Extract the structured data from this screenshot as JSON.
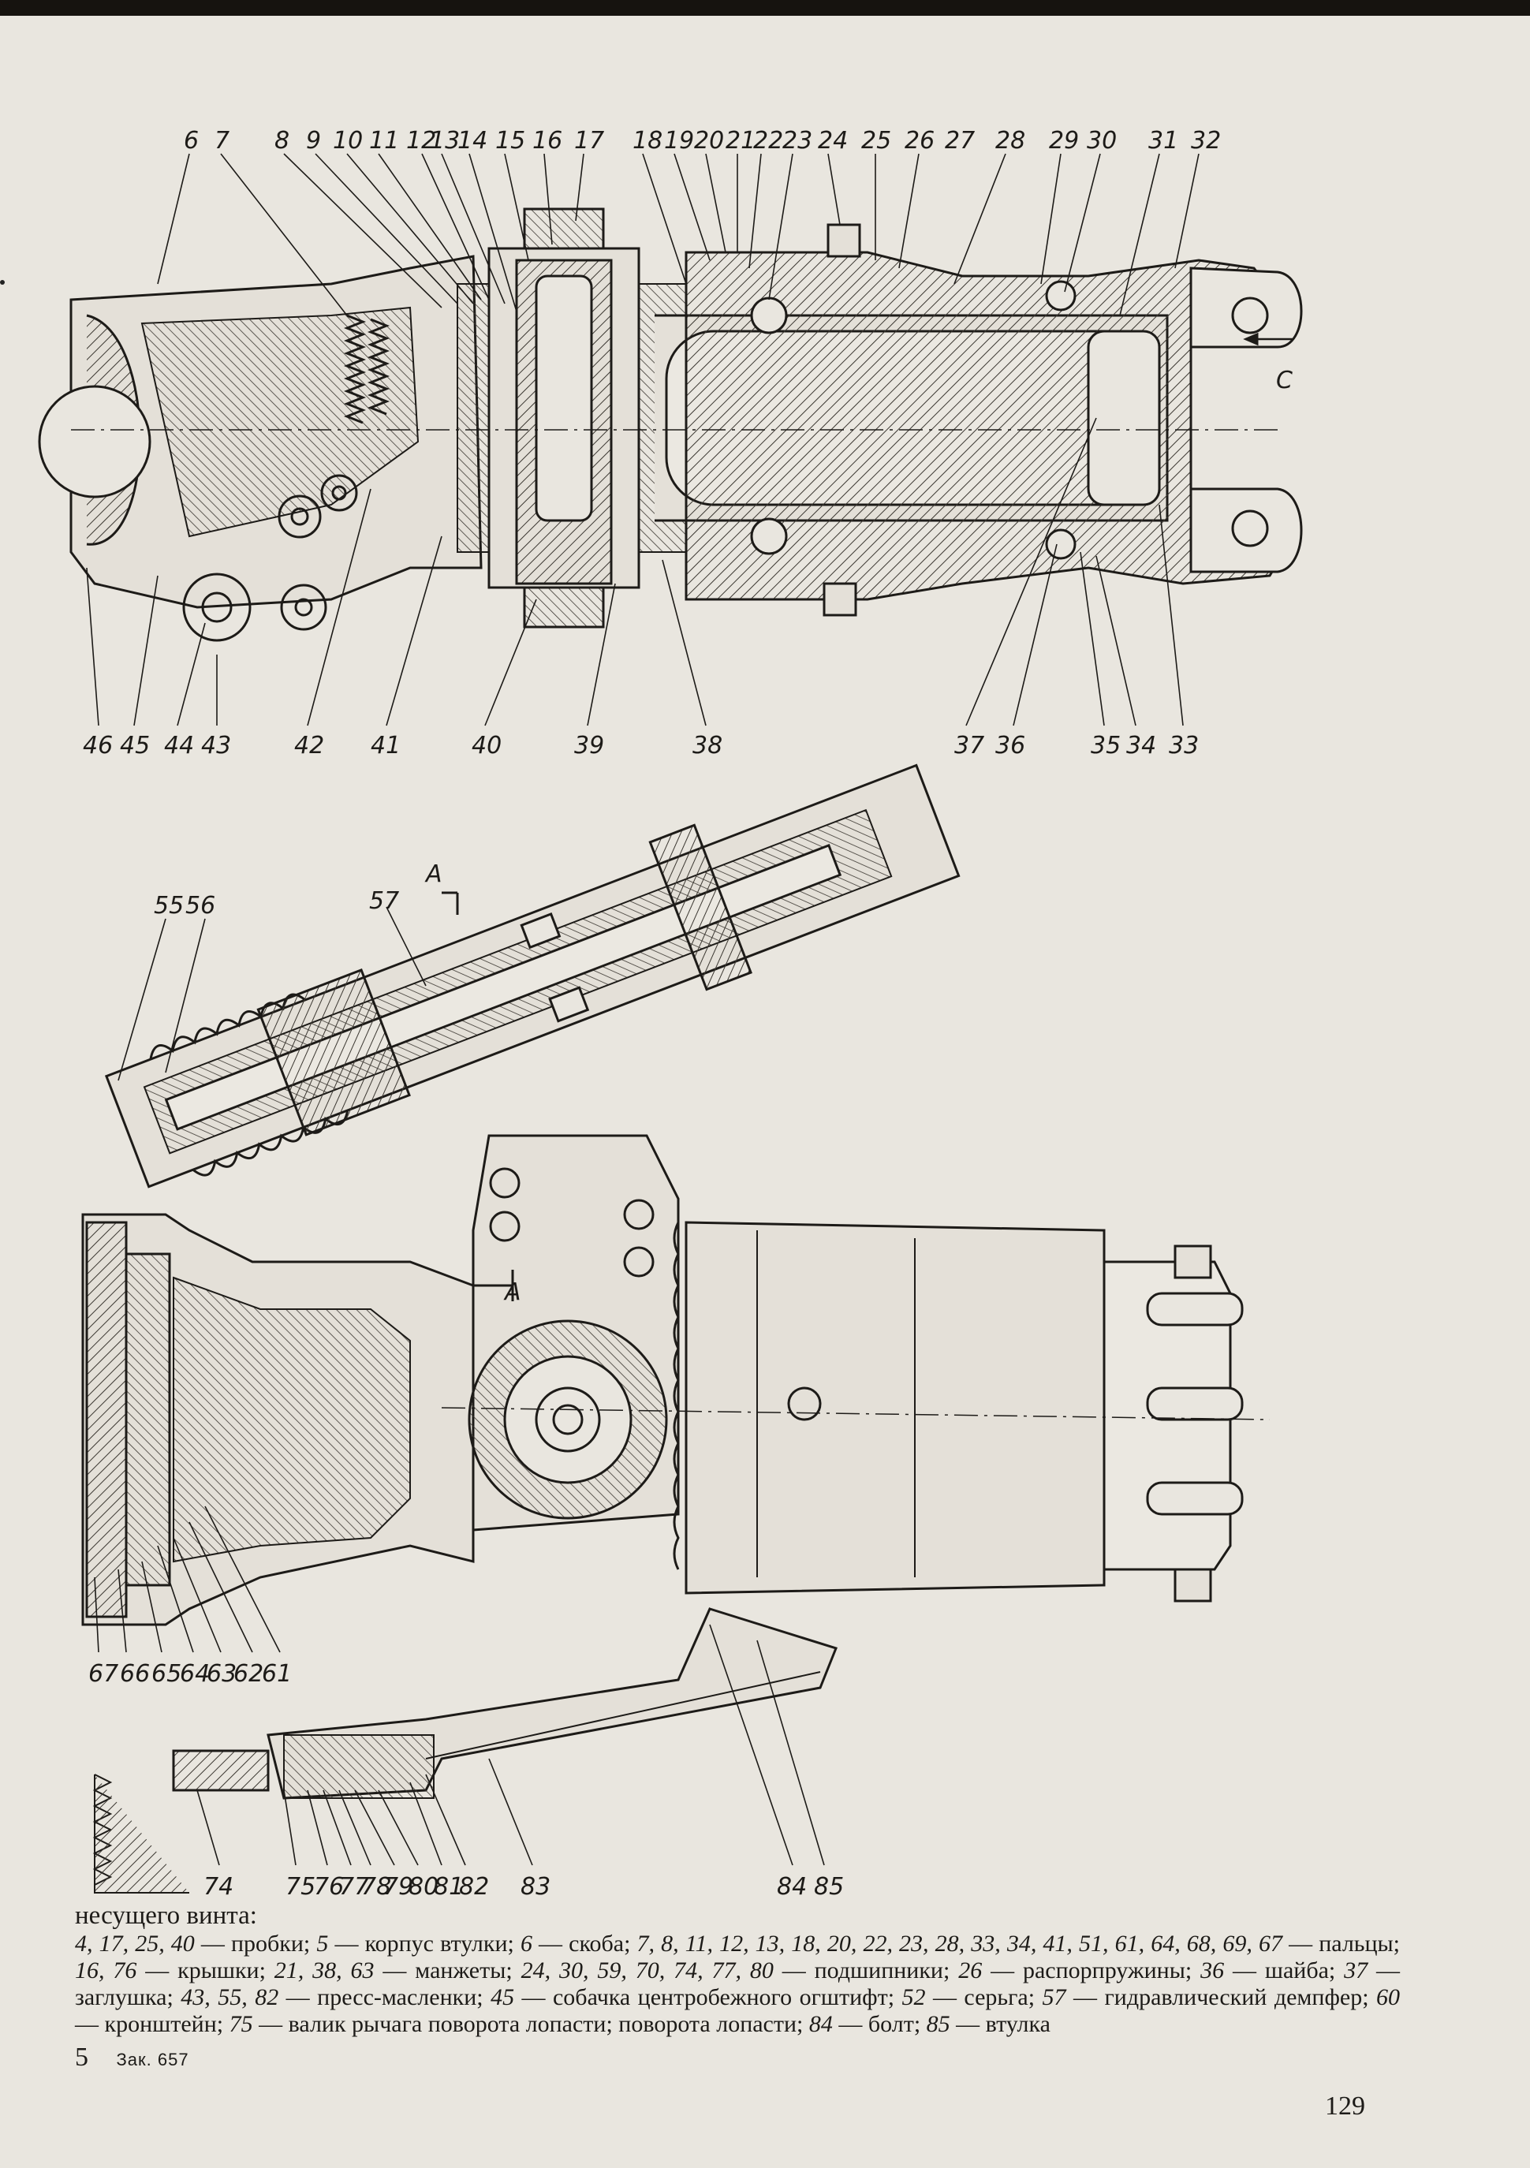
{
  "upper_view": {
    "top_callouts": [
      "6",
      "7",
      "8",
      "9",
      "10",
      "11",
      "12",
      "13",
      "14",
      "15",
      "16",
      "17",
      "18",
      "19",
      "20",
      "21",
      "22",
      "23",
      "24",
      "25",
      "26",
      "27",
      "28",
      "29",
      "30",
      "31",
      "32"
    ],
    "bottom_callouts": [
      "46",
      "45",
      "44",
      "43",
      "42",
      "41",
      "40",
      "39",
      "38",
      "37",
      "36",
      "35",
      "34",
      "33"
    ],
    "view_letter": "C"
  },
  "lower_view": {
    "callouts_top": [
      "55",
      "56",
      "57"
    ],
    "section_letter": "A",
    "callouts_left_bottom": [
      "67",
      "66",
      "65",
      "64",
      "63",
      "62",
      "61"
    ],
    "callouts_bottom": [
      "74",
      "75",
      "76",
      "77",
      "78",
      "79",
      "80",
      "81",
      "82",
      "83",
      "84",
      "85"
    ]
  },
  "caption": {
    "heading": "несущего винта:",
    "entries": [
      {
        "nums": "4, 17, 25, 40",
        "text": " — пробки; "
      },
      {
        "nums": "5",
        "text": " — корпус втулки; "
      },
      {
        "nums": "6",
        "text": " — скоба; "
      },
      {
        "nums": "7, 8, 11, 12, 13, 18, 20, 22, 23, 28, 33, 34, 41, 51, 61, 64, 68, 69, 67",
        "text": " — пальцы; "
      },
      {
        "nums": "16, 76",
        "text": " — крышки; "
      },
      {
        "nums": "21, 38, 63",
        "text": " — манжеты; "
      },
      {
        "nums": "24, 30, 59, 70, 74, 77, 80",
        "text": " — подшипники; "
      },
      {
        "nums": "26",
        "text": " — распорпружины; "
      },
      {
        "nums": "36",
        "text": " — шайба; "
      },
      {
        "nums": "37",
        "text": " — заглушка; "
      },
      {
        "nums": "43, 55, 82",
        "text": " — пресс-масленки; "
      },
      {
        "nums": "45",
        "text": " — собачка центробежного огштифт; "
      },
      {
        "nums": "52",
        "text": " — серьга; "
      },
      {
        "nums": "57",
        "text": " — гидравлический демпфер; "
      },
      {
        "nums": "60",
        "text": " — кронштейн; "
      },
      {
        "nums": "75",
        "text": " — валик рычага поворота лопасти; поворота лопасти; "
      },
      {
        "nums": "84",
        "text": " — болт; "
      },
      {
        "nums": "85",
        "text": " — втулка"
      }
    ]
  },
  "footer": {
    "signature": "5",
    "order": "Зак. 657",
    "page_number": "129"
  }
}
